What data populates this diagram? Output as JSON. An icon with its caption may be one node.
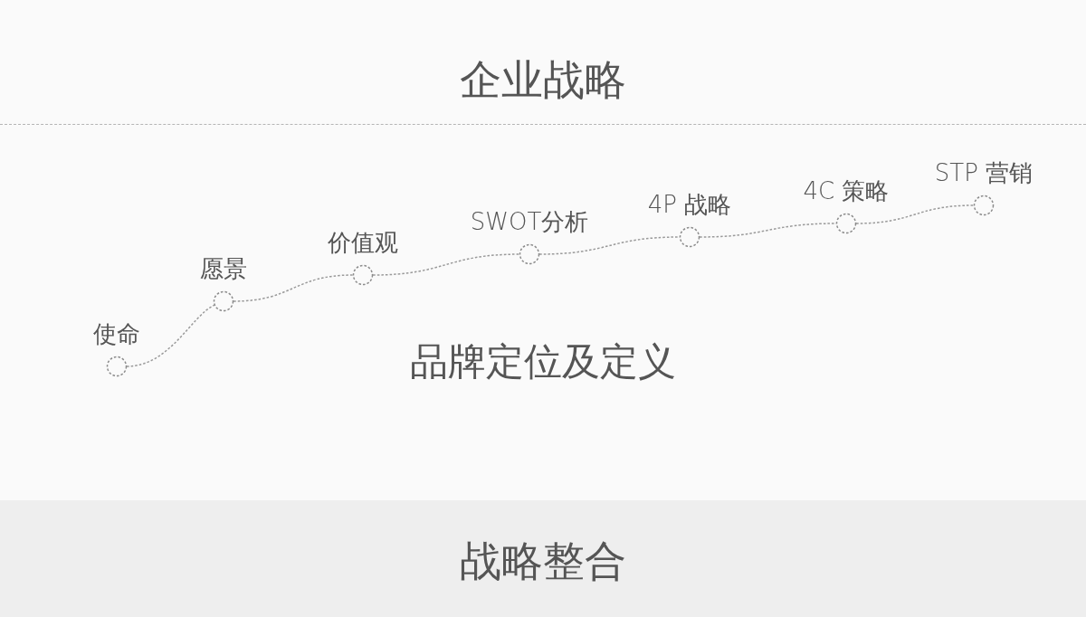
{
  "diagram": {
    "nodes": [
      {
        "text": [
          "企业战略"
        ]
      },
      {
        "text": [
          "品牌定位及定义"
        ]
      },
      {
        "text": [
          "使命"
        ],
        "in": 1
      },
      {
        "text": [
          "愿景"
        ],
        "in": 1
      },
      {
        "text": [
          "价值观"
        ],
        "in": 1
      },
      {
        "text": [
          "SWOT分析"
        ],
        "in": 1
      },
      {
        "text": [
          "4P 战略"
        ],
        "in": 1
      },
      {
        "text": [
          "4C 策略"
        ],
        "in": 1
      },
      {
        "text": [
          "STP 营销"
        ],
        "in": 1
      },
      {
        "text": [
          "战略整合"
        ]
      }
    ],
    "edges": [
      {
        "from": 2,
        "to": 3,
        "arrow": "none",
        "style": "dashed"
      },
      {
        "from": 3,
        "to": 4,
        "arrow": "none",
        "style": "dashed"
      },
      {
        "from": 4,
        "to": 5,
        "arrow": "none",
        "style": "dashed"
      },
      {
        "from": 5,
        "to": 6,
        "arrow": "none",
        "style": "dashed"
      },
      {
        "from": 6,
        "to": 7,
        "arrow": "none",
        "style": "dashed"
      },
      {
        "from": 7,
        "to": 8,
        "arrow": "none",
        "style": "dashed"
      }
    ]
  }
}
